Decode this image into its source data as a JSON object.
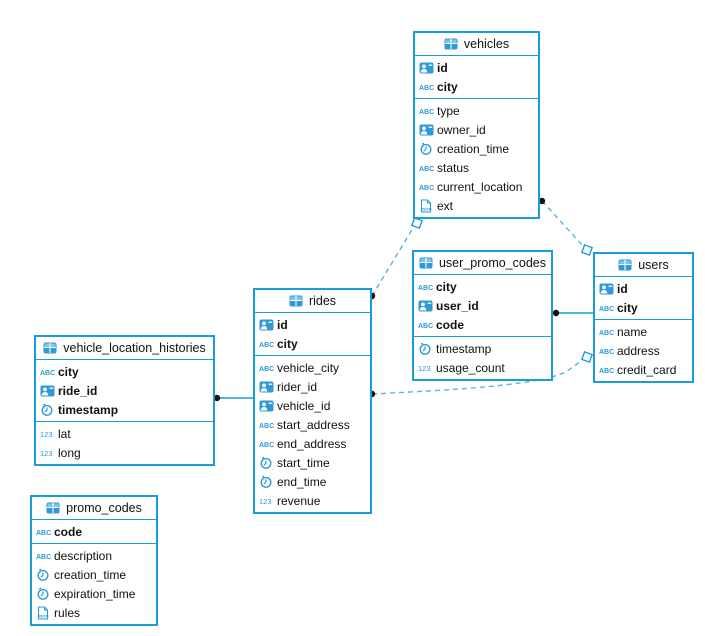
{
  "diagram": {
    "kind": "entity-relationship-diagram",
    "colors": {
      "table_border": "#1a9cd8",
      "solid_relation": "#1a9cd8",
      "dashed_relation": "#58b3e1",
      "endpoint_dot": "#141414",
      "text": "#111111",
      "background": "#ffffff"
    }
  },
  "tables": [
    {
      "name": "vehicles",
      "header_icon": "table-icon",
      "columns": [
        {
          "name": "id",
          "icon": "user-id-icon",
          "pk": true
        },
        {
          "name": "city",
          "icon": "text-icon",
          "pk": true
        },
        {
          "name": "type",
          "icon": "text-icon",
          "pk": false
        },
        {
          "name": "owner_id",
          "icon": "user-id-icon",
          "pk": false
        },
        {
          "name": "creation_time",
          "icon": "time-icon",
          "pk": false
        },
        {
          "name": "status",
          "icon": "text-icon",
          "pk": false
        },
        {
          "name": "current_location",
          "icon": "text-icon",
          "pk": false
        },
        {
          "name": "ext",
          "icon": "json-icon",
          "pk": false
        }
      ]
    },
    {
      "name": "user_promo_codes",
      "header_icon": "table-icon",
      "columns": [
        {
          "name": "city",
          "icon": "text-icon",
          "pk": true
        },
        {
          "name": "user_id",
          "icon": "user-id-icon",
          "pk": true
        },
        {
          "name": "code",
          "icon": "text-icon",
          "pk": true
        },
        {
          "name": "timestamp",
          "icon": "time-icon",
          "pk": false
        },
        {
          "name": "usage_count",
          "icon": "number-icon",
          "pk": false
        }
      ]
    },
    {
      "name": "users",
      "header_icon": "table-icon",
      "columns": [
        {
          "name": "id",
          "icon": "user-id-icon",
          "pk": true
        },
        {
          "name": "city",
          "icon": "text-icon",
          "pk": true
        },
        {
          "name": "name",
          "icon": "text-icon",
          "pk": false
        },
        {
          "name": "address",
          "icon": "text-icon",
          "pk": false
        },
        {
          "name": "credit_card",
          "icon": "text-icon",
          "pk": false
        }
      ]
    },
    {
      "name": "rides",
      "header_icon": "table-icon",
      "columns": [
        {
          "name": "id",
          "icon": "user-id-icon",
          "pk": true
        },
        {
          "name": "city",
          "icon": "text-icon",
          "pk": true
        },
        {
          "name": "vehicle_city",
          "icon": "text-icon",
          "pk": false
        },
        {
          "name": "rider_id",
          "icon": "user-id-icon",
          "pk": false
        },
        {
          "name": "vehicle_id",
          "icon": "user-id-icon",
          "pk": false
        },
        {
          "name": "start_address",
          "icon": "text-icon",
          "pk": false
        },
        {
          "name": "end_address",
          "icon": "text-icon",
          "pk": false
        },
        {
          "name": "start_time",
          "icon": "time-icon",
          "pk": false
        },
        {
          "name": "end_time",
          "icon": "time-icon",
          "pk": false
        },
        {
          "name": "revenue",
          "icon": "number-icon",
          "pk": false
        }
      ]
    },
    {
      "name": "vehicle_location_histories",
      "header_icon": "table-icon",
      "columns": [
        {
          "name": "city",
          "icon": "text-icon",
          "pk": true
        },
        {
          "name": "ride_id",
          "icon": "user-id-icon",
          "pk": true
        },
        {
          "name": "timestamp",
          "icon": "time-icon",
          "pk": true
        },
        {
          "name": "lat",
          "icon": "number-icon",
          "pk": false
        },
        {
          "name": "long",
          "icon": "number-icon",
          "pk": false
        }
      ]
    },
    {
      "name": "promo_codes",
      "header_icon": "table-icon",
      "columns": [
        {
          "name": "code",
          "icon": "text-icon",
          "pk": true
        },
        {
          "name": "description",
          "icon": "text-icon",
          "pk": false
        },
        {
          "name": "creation_time",
          "icon": "time-icon",
          "pk": false
        },
        {
          "name": "expiration_time",
          "icon": "time-icon",
          "pk": false
        },
        {
          "name": "rules",
          "icon": "json-icon",
          "pk": false
        }
      ]
    }
  ],
  "relations": [
    {
      "from": "vehicle_location_histories",
      "to": "rides",
      "line": "solid",
      "from_marker": "dot",
      "to_marker": "none"
    },
    {
      "from": "user_promo_codes",
      "to": "users",
      "line": "solid",
      "from_marker": "dot",
      "to_marker": "none"
    },
    {
      "from": "rides",
      "to": "vehicles",
      "line": "dashed",
      "from_marker": "dot",
      "to_marker": "square"
    },
    {
      "from": "vehicles",
      "to": "users",
      "line": "dashed",
      "from_marker": "dot",
      "to_marker": "square"
    },
    {
      "from": "rides",
      "to": "users",
      "line": "dashed",
      "from_marker": "dot",
      "to_marker": "square"
    }
  ]
}
